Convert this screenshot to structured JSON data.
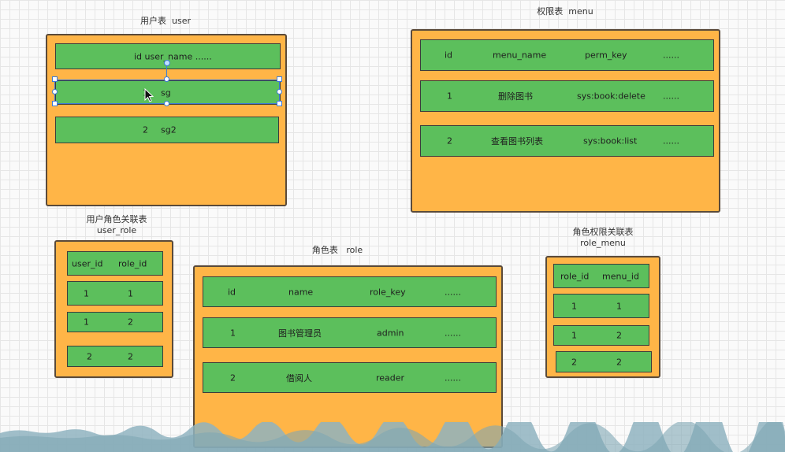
{
  "user_table": {
    "title": "用户表  user",
    "rows": [
      {
        "c1": "id user_name ......"
      },
      {
        "c1": "1",
        "c2": "sg"
      },
      {
        "c1": "2",
        "c2": "sg2"
      }
    ]
  },
  "menu_table": {
    "title": "权限表  menu",
    "rows": [
      {
        "c1": "id",
        "c2": "menu_name",
        "c3": "perm_key",
        "c4": "......"
      },
      {
        "c1": "1",
        "c2": "删除图书",
        "c3": "sys:book:delete",
        "c4": "......"
      },
      {
        "c1": "2",
        "c2": "查看图书列表",
        "c3": "sys:book:list",
        "c4": "......"
      }
    ]
  },
  "user_role_table": {
    "title": "用户角色关联表\nuser_role",
    "rows": [
      {
        "c1": "user_id",
        "c2": "role_id"
      },
      {
        "c1": "1",
        "c2": "1"
      },
      {
        "c1": "1",
        "c2": "2"
      },
      {
        "c1": "2",
        "c2": "2"
      }
    ]
  },
  "role_table": {
    "title": "角色表   role",
    "rows": [
      {
        "c1": "id",
        "c2": "name",
        "c3": "role_key",
        "c4": "......"
      },
      {
        "c1": "1",
        "c2": "图书管理员",
        "c3": "admin",
        "c4": "......"
      },
      {
        "c1": "2",
        "c2": "借阅人",
        "c3": "reader",
        "c4": "......"
      }
    ]
  },
  "role_menu_table": {
    "title": "角色权限关联表\nrole_menu",
    "rows": [
      {
        "c1": "role_id",
        "c2": "menu_id"
      },
      {
        "c1": "1",
        "c2": "1"
      },
      {
        "c1": "1",
        "c2": "2"
      },
      {
        "c1": "2",
        "c2": "2"
      }
    ]
  }
}
